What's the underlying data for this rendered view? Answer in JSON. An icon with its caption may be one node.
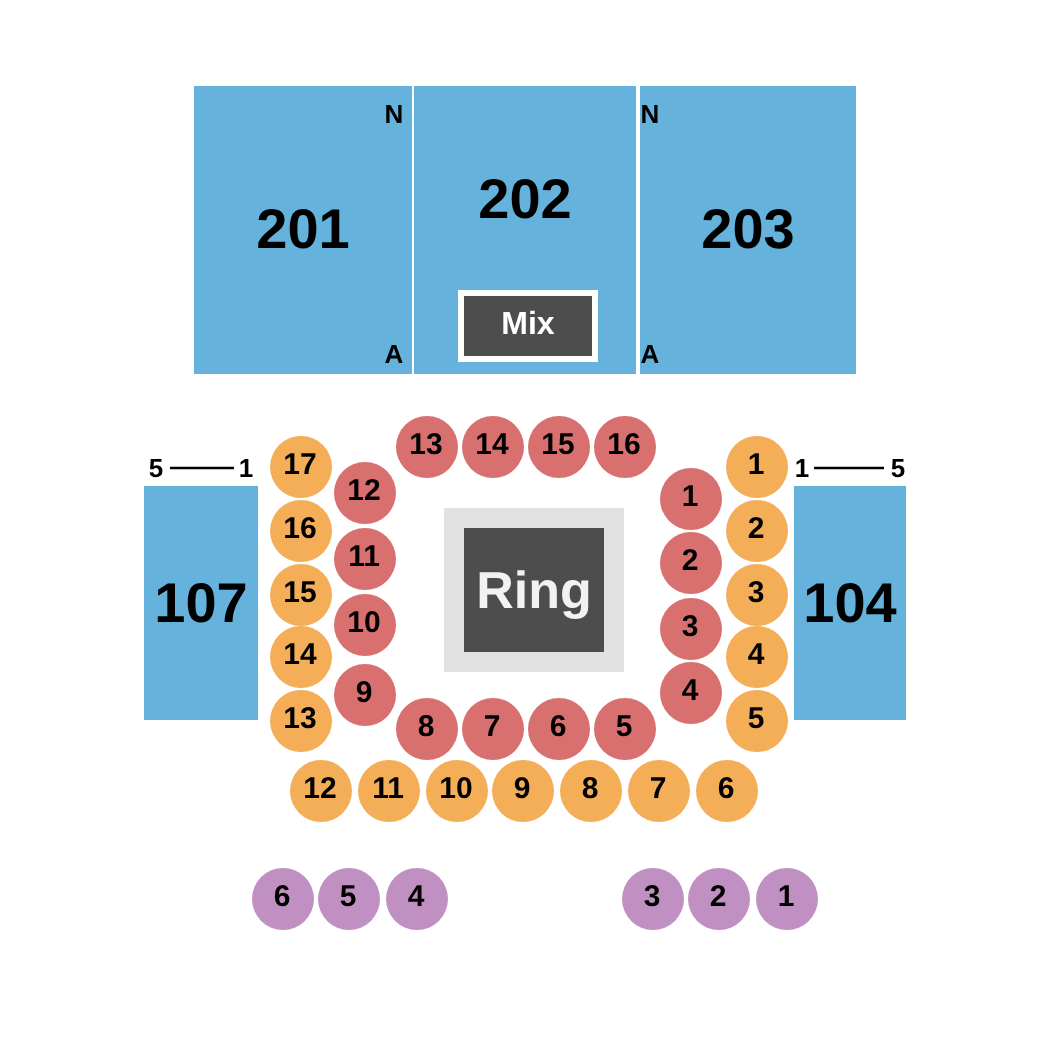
{
  "diagram": {
    "nodes": [
      {
        "text": [
          "201"
        ]
      },
      {
        "text": [
          "202"
        ]
      },
      {
        "text": [
          "Mix"
        ],
        "in": 1
      },
      {
        "text": [
          "203"
        ]
      },
      {
        "text": [
          "107"
        ]
      },
      {
        "text": [
          "Ring"
        ]
      },
      {
        "text": [
          "104"
        ]
      },
      {
        "text": [
          "13"
        ]
      },
      {
        "text": [
          "14"
        ]
      },
      {
        "text": [
          "15"
        ]
      },
      {
        "text": [
          "16"
        ]
      },
      {
        "text": [
          "12"
        ]
      },
      {
        "text": [
          "11"
        ]
      },
      {
        "text": [
          "10"
        ]
      },
      {
        "text": [
          "9"
        ]
      },
      {
        "text": [
          "8"
        ]
      },
      {
        "text": [
          "7"
        ]
      },
      {
        "text": [
          "6"
        ]
      },
      {
        "text": [
          "5"
        ]
      },
      {
        "text": [
          "1"
        ]
      },
      {
        "text": [
          "2"
        ]
      },
      {
        "text": [
          "3"
        ]
      },
      {
        "text": [
          "4"
        ]
      },
      {
        "text": [
          "17"
        ]
      },
      {
        "text": [
          "16"
        ]
      },
      {
        "text": [
          "15"
        ]
      },
      {
        "text": [
          "14"
        ]
      },
      {
        "text": [
          "13"
        ]
      },
      {
        "text": [
          "1"
        ]
      },
      {
        "text": [
          "2"
        ]
      },
      {
        "text": [
          "3"
        ]
      },
      {
        "text": [
          "4"
        ]
      },
      {
        "text": [
          "5"
        ]
      },
      {
        "text": [
          "12"
        ]
      },
      {
        "text": [
          "11"
        ]
      },
      {
        "text": [
          "10"
        ]
      },
      {
        "text": [
          "9"
        ]
      },
      {
        "text": [
          "8"
        ]
      },
      {
        "text": [
          "7"
        ]
      },
      {
        "text": [
          "6"
        ]
      },
      {
        "text": [
          "6"
        ]
      },
      {
        "text": [
          "5"
        ]
      },
      {
        "text": [
          "4"
        ]
      },
      {
        "text": [
          "3"
        ]
      },
      {
        "text": [
          "2"
        ]
      },
      {
        "text": [
          "1"
        ]
      }
    ],
    "labels": [
      "N",
      "N",
      "A",
      "A",
      "5",
      "1",
      "1",
      "5"
    ]
  }
}
